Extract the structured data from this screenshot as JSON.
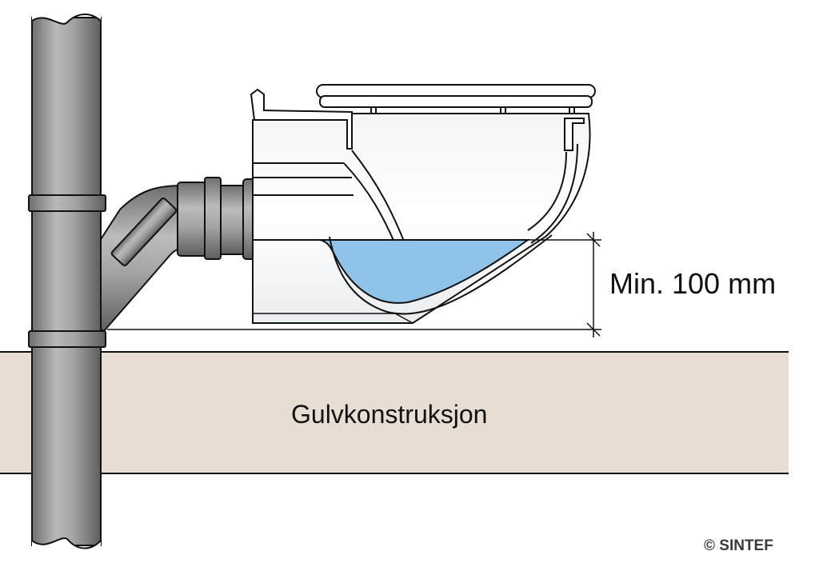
{
  "labels": {
    "dimension": "Min. 100 mm",
    "floor": "Gulvkonstruksjon",
    "copyright": "© SINTEF"
  },
  "colors": {
    "floor_fill": "#e8ddd3",
    "pipe_fill": "#9a9a9a",
    "water_fill": "#8fc3e8",
    "line": "#111111"
  }
}
